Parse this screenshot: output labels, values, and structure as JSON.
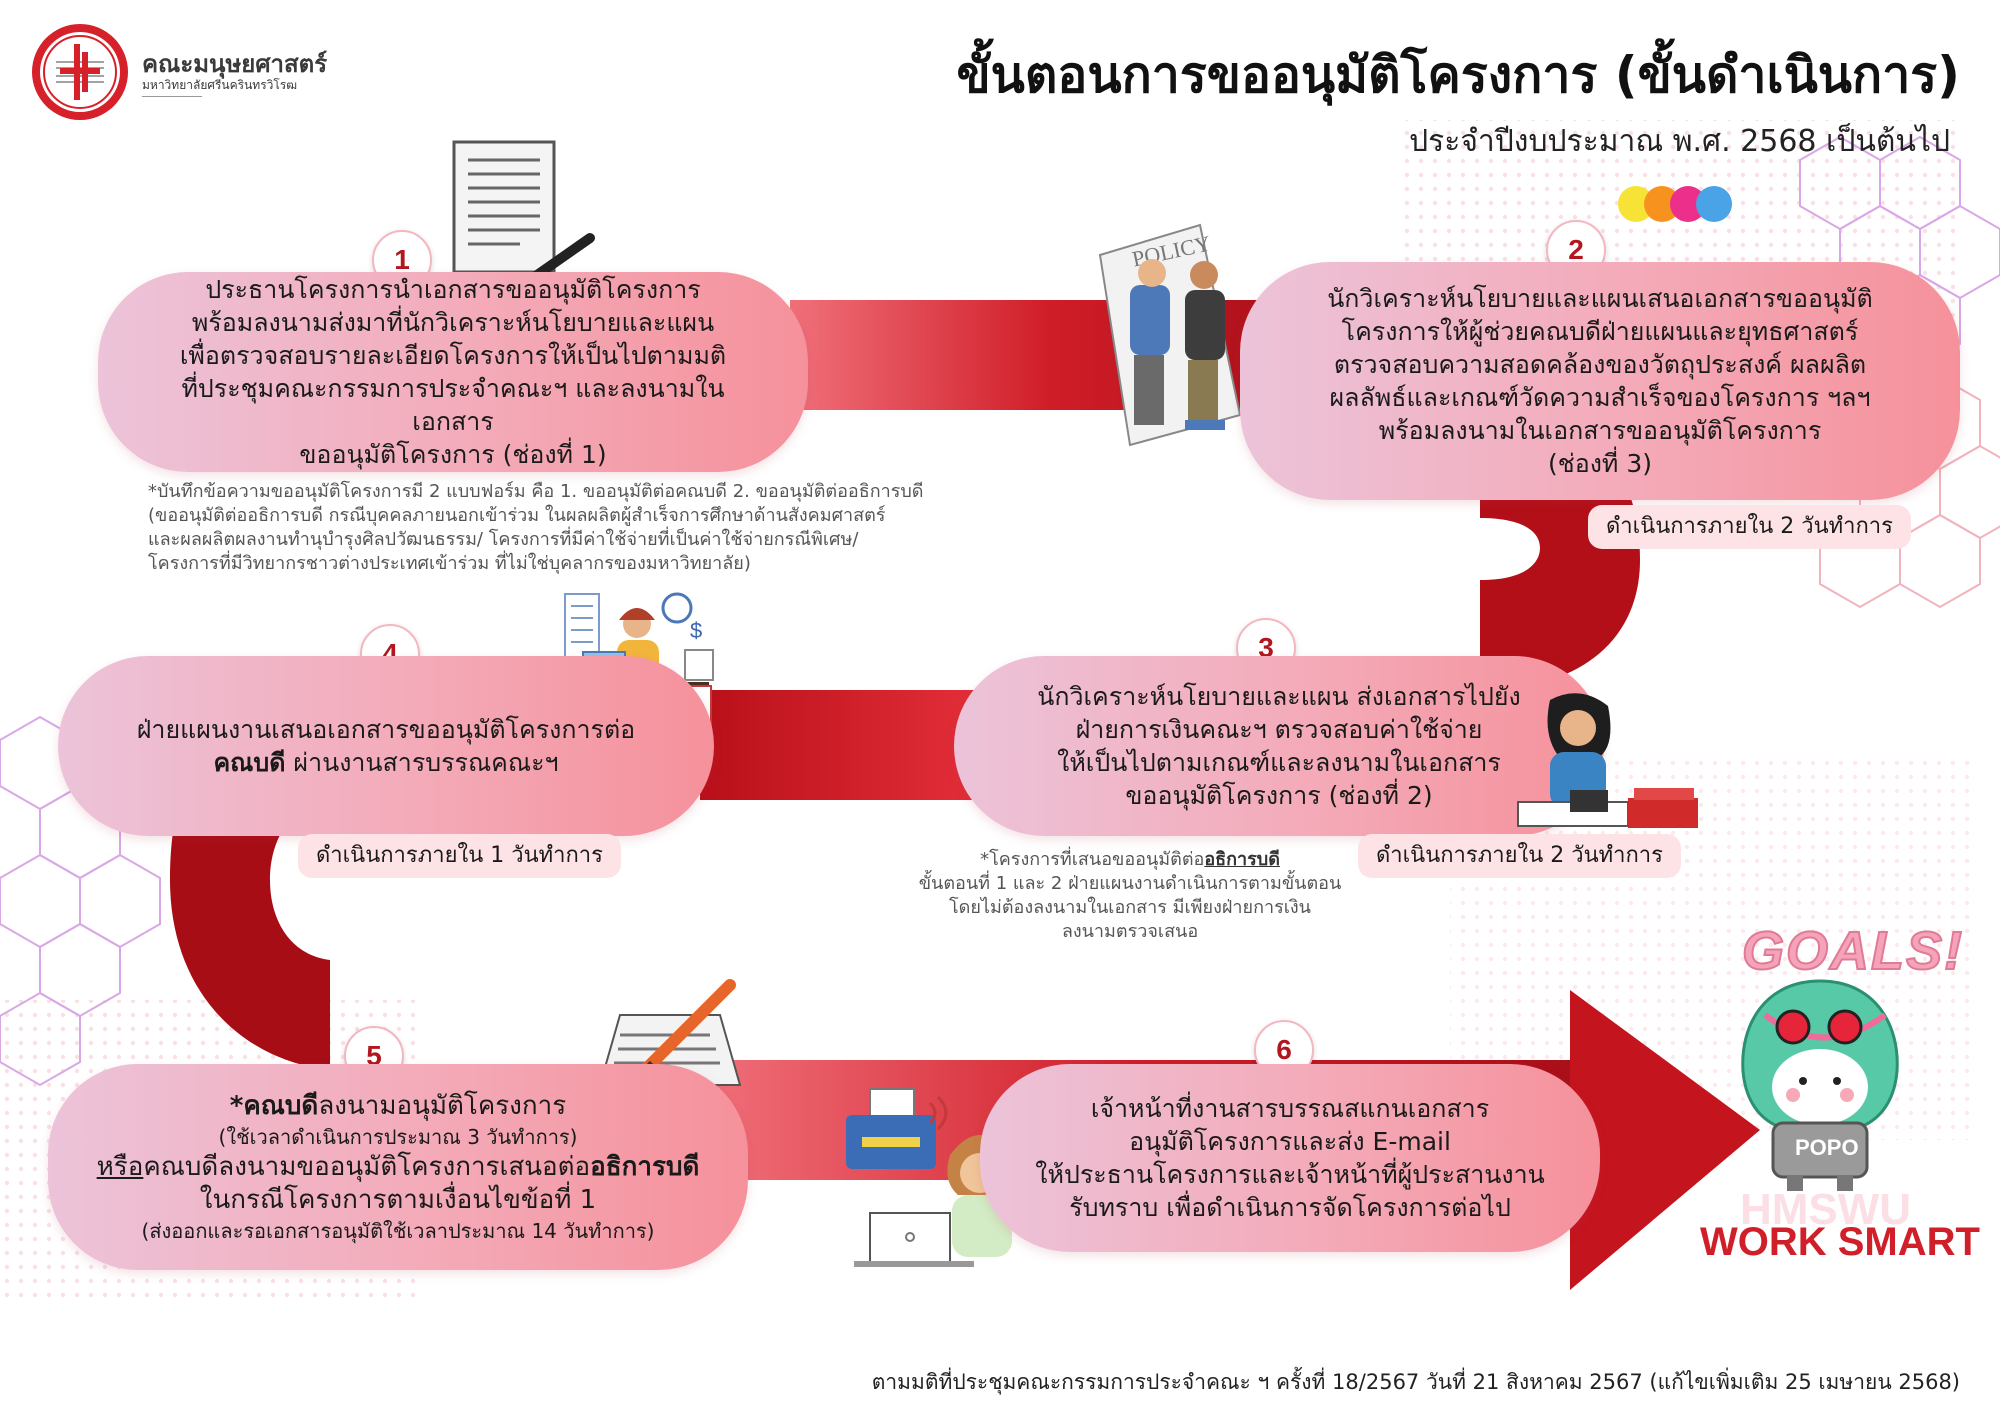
{
  "header": {
    "logo_name": "คณะมนุษยศาสตร์",
    "logo_sub": "มหาวิทยาลัยศรีนครินทรวิโรฒ",
    "title": "ขั้นตอนการขออนุมัติโครงการ (ขั้นดำเนินการ)",
    "subtitle": "ประจำปีงบประมาณ พ.ศ. 2568 เป็นต้นไป"
  },
  "colors": {
    "road": "#c4141e",
    "accent_dots": [
      "#f7e236",
      "#f7921e",
      "#ec2f8b",
      "#4aa3e6"
    ]
  },
  "steps": [
    {
      "number": "1",
      "lines": [
        "ประธานโครงการนำเอกสารขออนุมัติโครงการ",
        "พร้อมลงนามส่งมาที่นักวิเคราะห์นโยบายและแผน",
        "เพื่อตรวจสอบรายละเอียดโครงการให้เป็นไปตามมติ",
        "ที่ประชุมคณะกรรมการประจำคณะฯ และลงนามในเอกสาร",
        "ขออนุมัติโครงการ (ช่องที่ 1)"
      ]
    },
    {
      "number": "2",
      "lines": [
        "นักวิเคราะห์นโยบายและแผนเสนอเอกสารขออนุมัติ",
        "โครงการให้ผู้ช่วยคณบดีฝ่ายแผนและยุทธศาสตร์",
        "ตรวจสอบความสอดคล้องของวัตถุประสงค์ ผลผลิต",
        "ผลลัพธ์และเกณฑ์วัดความสำเร็จของโครงการ ฯลฯ",
        "พร้อมลงนามในเอกสารขออนุมัติโครงการ",
        "(ช่องที่ 3)"
      ],
      "time": "ดำเนินการภายใน 2 วันทำการ"
    },
    {
      "number": "3",
      "lines": [
        "นักวิเคราะห์นโยบายและแผน ส่งเอกสารไปยัง",
        "ฝ่ายการเงินคณะฯ ตรวจสอบค่าใช้จ่าย",
        "ให้เป็นไปตามเกณฑ์และลงนามในเอกสาร",
        "ขออนุมัติโครงการ (ช่องที่ 2)"
      ],
      "time": "ดำเนินการภายใน 2 วันทำการ"
    },
    {
      "number": "4",
      "line1": "ฝ่ายแผนงานเสนอเอกสารขออนุมัติโครงการต่อ",
      "line2_bold": "คณบดี",
      "line2_rest": " ผ่านงานสารบรรณคณะฯ",
      "time": "ดำเนินการภายใน 1 วันทำการ"
    },
    {
      "number": "5",
      "line1_star": "*",
      "line1_bold": "คณบดี",
      "line1_rest": "ลงนามอนุมัติโครงการ",
      "line2": "(ใช้เวลาดำเนินการประมาณ 3 วันทำการ)",
      "line3_u": "หรือ",
      "line3_mid": "คณบดีลงนามขออนุมัติโครงการเสนอต่อ",
      "line3_bold": "อธิการบดี",
      "line4": "ในกรณีโครงการตามเงื่อนไขข้อที่ 1",
      "line5": "(ส่งออกและรอเอกสารอนุมัติใช้เวลาประมาณ 14 วันทำการ)"
    },
    {
      "number": "6",
      "lines": [
        "เจ้าหน้าที่งานสารบรรณสแกนเอกสาร",
        "อนุมัติโครงการและส่ง E-mail",
        "ให้ประธานโครงการและเจ้าหน้าที่ผู้ประสานงาน",
        "รับทราบ เพื่อดำเนินการจัดโครงการต่อไป"
      ]
    }
  ],
  "notes": {
    "note1": [
      "*บันทึกข้อความขออนุมัติโครงการมี 2 แบบฟอร์ม คือ 1. ขออนุมัติต่อคณบดี 2. ขออนุมัติต่ออธิการบดี",
      "(ขออนุมัติต่ออธิการบดี กรณีบุคคลภายนอกเข้าร่วม ในผลผลิตผู้สำเร็จการศึกษาด้านสังคมศาสตร์",
      "และผลผลิตผลงานทำนุบำรุงศิลปวัฒนธรรม/ โครงการที่มีค่าใช้จ่ายที่เป็นค่าใช้จ่ายกรณีพิเศษ/",
      "โครงการที่มีวิทยากรชาวต่างประเทศเข้าร่วม ที่ไม่ใช่บุคลากรของมหาวิทยาลัย)"
    ],
    "note2_prefix": "*โครงการที่เสนอขออนุมัติต่อ",
    "note2_bold": "อธิการบดี",
    "note2_lines": [
      "ขั้นตอนที่ 1 และ 2 ฝ่ายแผนงานดำเนินการตามขั้นตอน",
      "โดยไม่ต้องลงนามในเอกสาร มีเพียงฝ่ายการเงิน",
      "ลงนามตรวจเสนอ"
    ]
  },
  "illustrations": {
    "policy_sign": "POLICY",
    "goals": "GOALS!",
    "mascot": "POPO",
    "brand_ghost": "HMSWU",
    "brand": "WORK SMART"
  },
  "footer": "ตามมติที่ประชุมคณะกรรมการประจำคณะ ฯ ครั้งที่ 18/2567 วันที่ 21 สิงหาคม 2567 (แก้ไขเพิ่มเติม 25 เมษายน 2568)"
}
